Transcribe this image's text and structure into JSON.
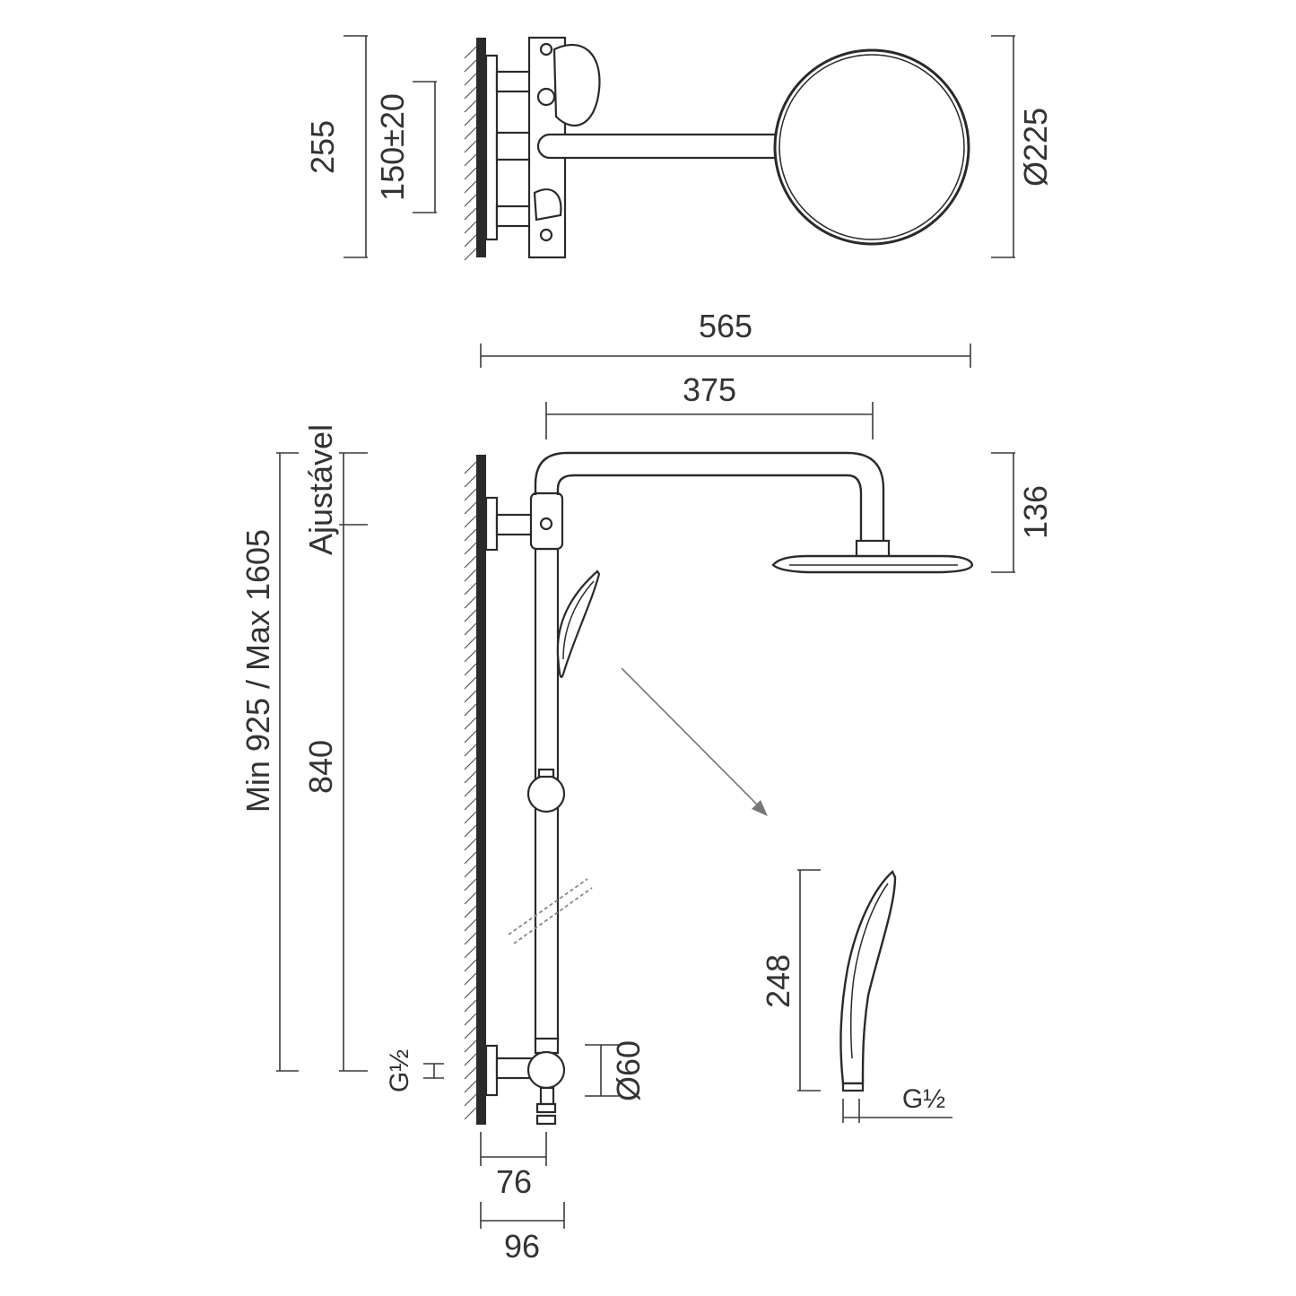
{
  "top_view": {
    "dim_height": "255",
    "dim_mount": "150±20",
    "dim_diameter": "Ø225"
  },
  "front_view": {
    "dim_total_width": "565",
    "dim_arm": "375",
    "dim_head_height": "136",
    "dim_total_height": "Min 925 / Max 1605",
    "dim_adjustable": "Ajustável",
    "dim_bar": "840",
    "dim_inlet_thread": "G½",
    "dim_valve_diameter": "Ø60",
    "dim_depth_76": "76",
    "dim_depth_96": "96"
  },
  "hand_shower": {
    "dim_length": "248",
    "dim_thread": "G½"
  }
}
